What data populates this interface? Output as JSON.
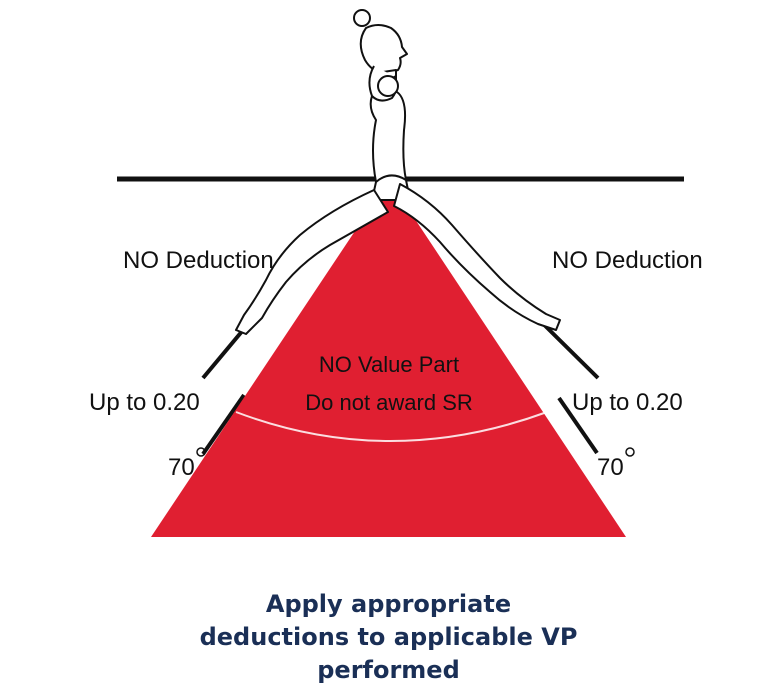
{
  "labels": {
    "left_top": "NO Deduction",
    "right_top": "NO Deduction",
    "left_mid": "Up to 0.20",
    "right_mid": "Up to 0.20",
    "left_angle": "70",
    "right_angle": "70",
    "center_line1": "NO Value Part",
    "center_line2": "Do not award SR"
  },
  "caption": {
    "line1": "Apply appropriate",
    "line2": "deductions to applicable VP",
    "line3": "performed"
  },
  "colors": {
    "triangle_fill": "#e01f31",
    "caption_text": "#1a2f56",
    "line": "#111111"
  }
}
